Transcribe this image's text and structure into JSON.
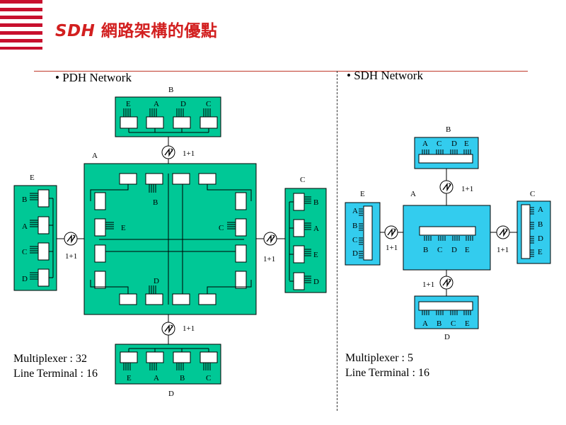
{
  "header": {
    "title_latin": "SDH",
    "title_chinese": "網路架構的優點"
  },
  "colors": {
    "brand_red": "#c8102e",
    "pdh_fill": "#00c896",
    "sdh_fill": "#33ccee"
  },
  "pdh": {
    "section_title": "• PDH Network",
    "nodes": {
      "top": "B",
      "left": "E",
      "right": "C",
      "bottom": "D",
      "center": "A"
    },
    "top_box_labels": [
      "E",
      "A",
      "D",
      "C"
    ],
    "bottom_box_labels": [
      "E",
      "A",
      "B",
      "C"
    ],
    "left_box_labels": [
      "B",
      "A",
      "C",
      "D"
    ],
    "right_box_labels": [
      "B",
      "A",
      "E",
      "D"
    ],
    "center_labels": {
      "top": "B",
      "left": "E",
      "right": "C",
      "bottom": "D"
    },
    "protection": [
      "1+1",
      "1+1",
      "1+1",
      "1+1"
    ],
    "stats": {
      "multiplexer": "Multiplexer : 32",
      "line_terminal": "Line Terminal : 16"
    }
  },
  "sdh": {
    "section_title": "• SDH Network",
    "nodes": {
      "top": "B",
      "left": "E",
      "right": "C",
      "bottom": "D",
      "center": "A"
    },
    "top_box_labels": [
      "A",
      "C",
      "D",
      "E"
    ],
    "bottom_box_labels": [
      "A",
      "B",
      "C",
      "E"
    ],
    "left_box_labels": [
      "A",
      "B",
      "C",
      "D"
    ],
    "right_box_labels": [
      "A",
      "B",
      "D",
      "E"
    ],
    "center_labels": [
      "B",
      "C",
      "D",
      "E"
    ],
    "protection": [
      "1+1",
      "1+1",
      "1+1",
      "1+1"
    ],
    "stats": {
      "multiplexer": "Multiplexer : 5",
      "line_terminal": "Line Terminal : 16"
    }
  }
}
